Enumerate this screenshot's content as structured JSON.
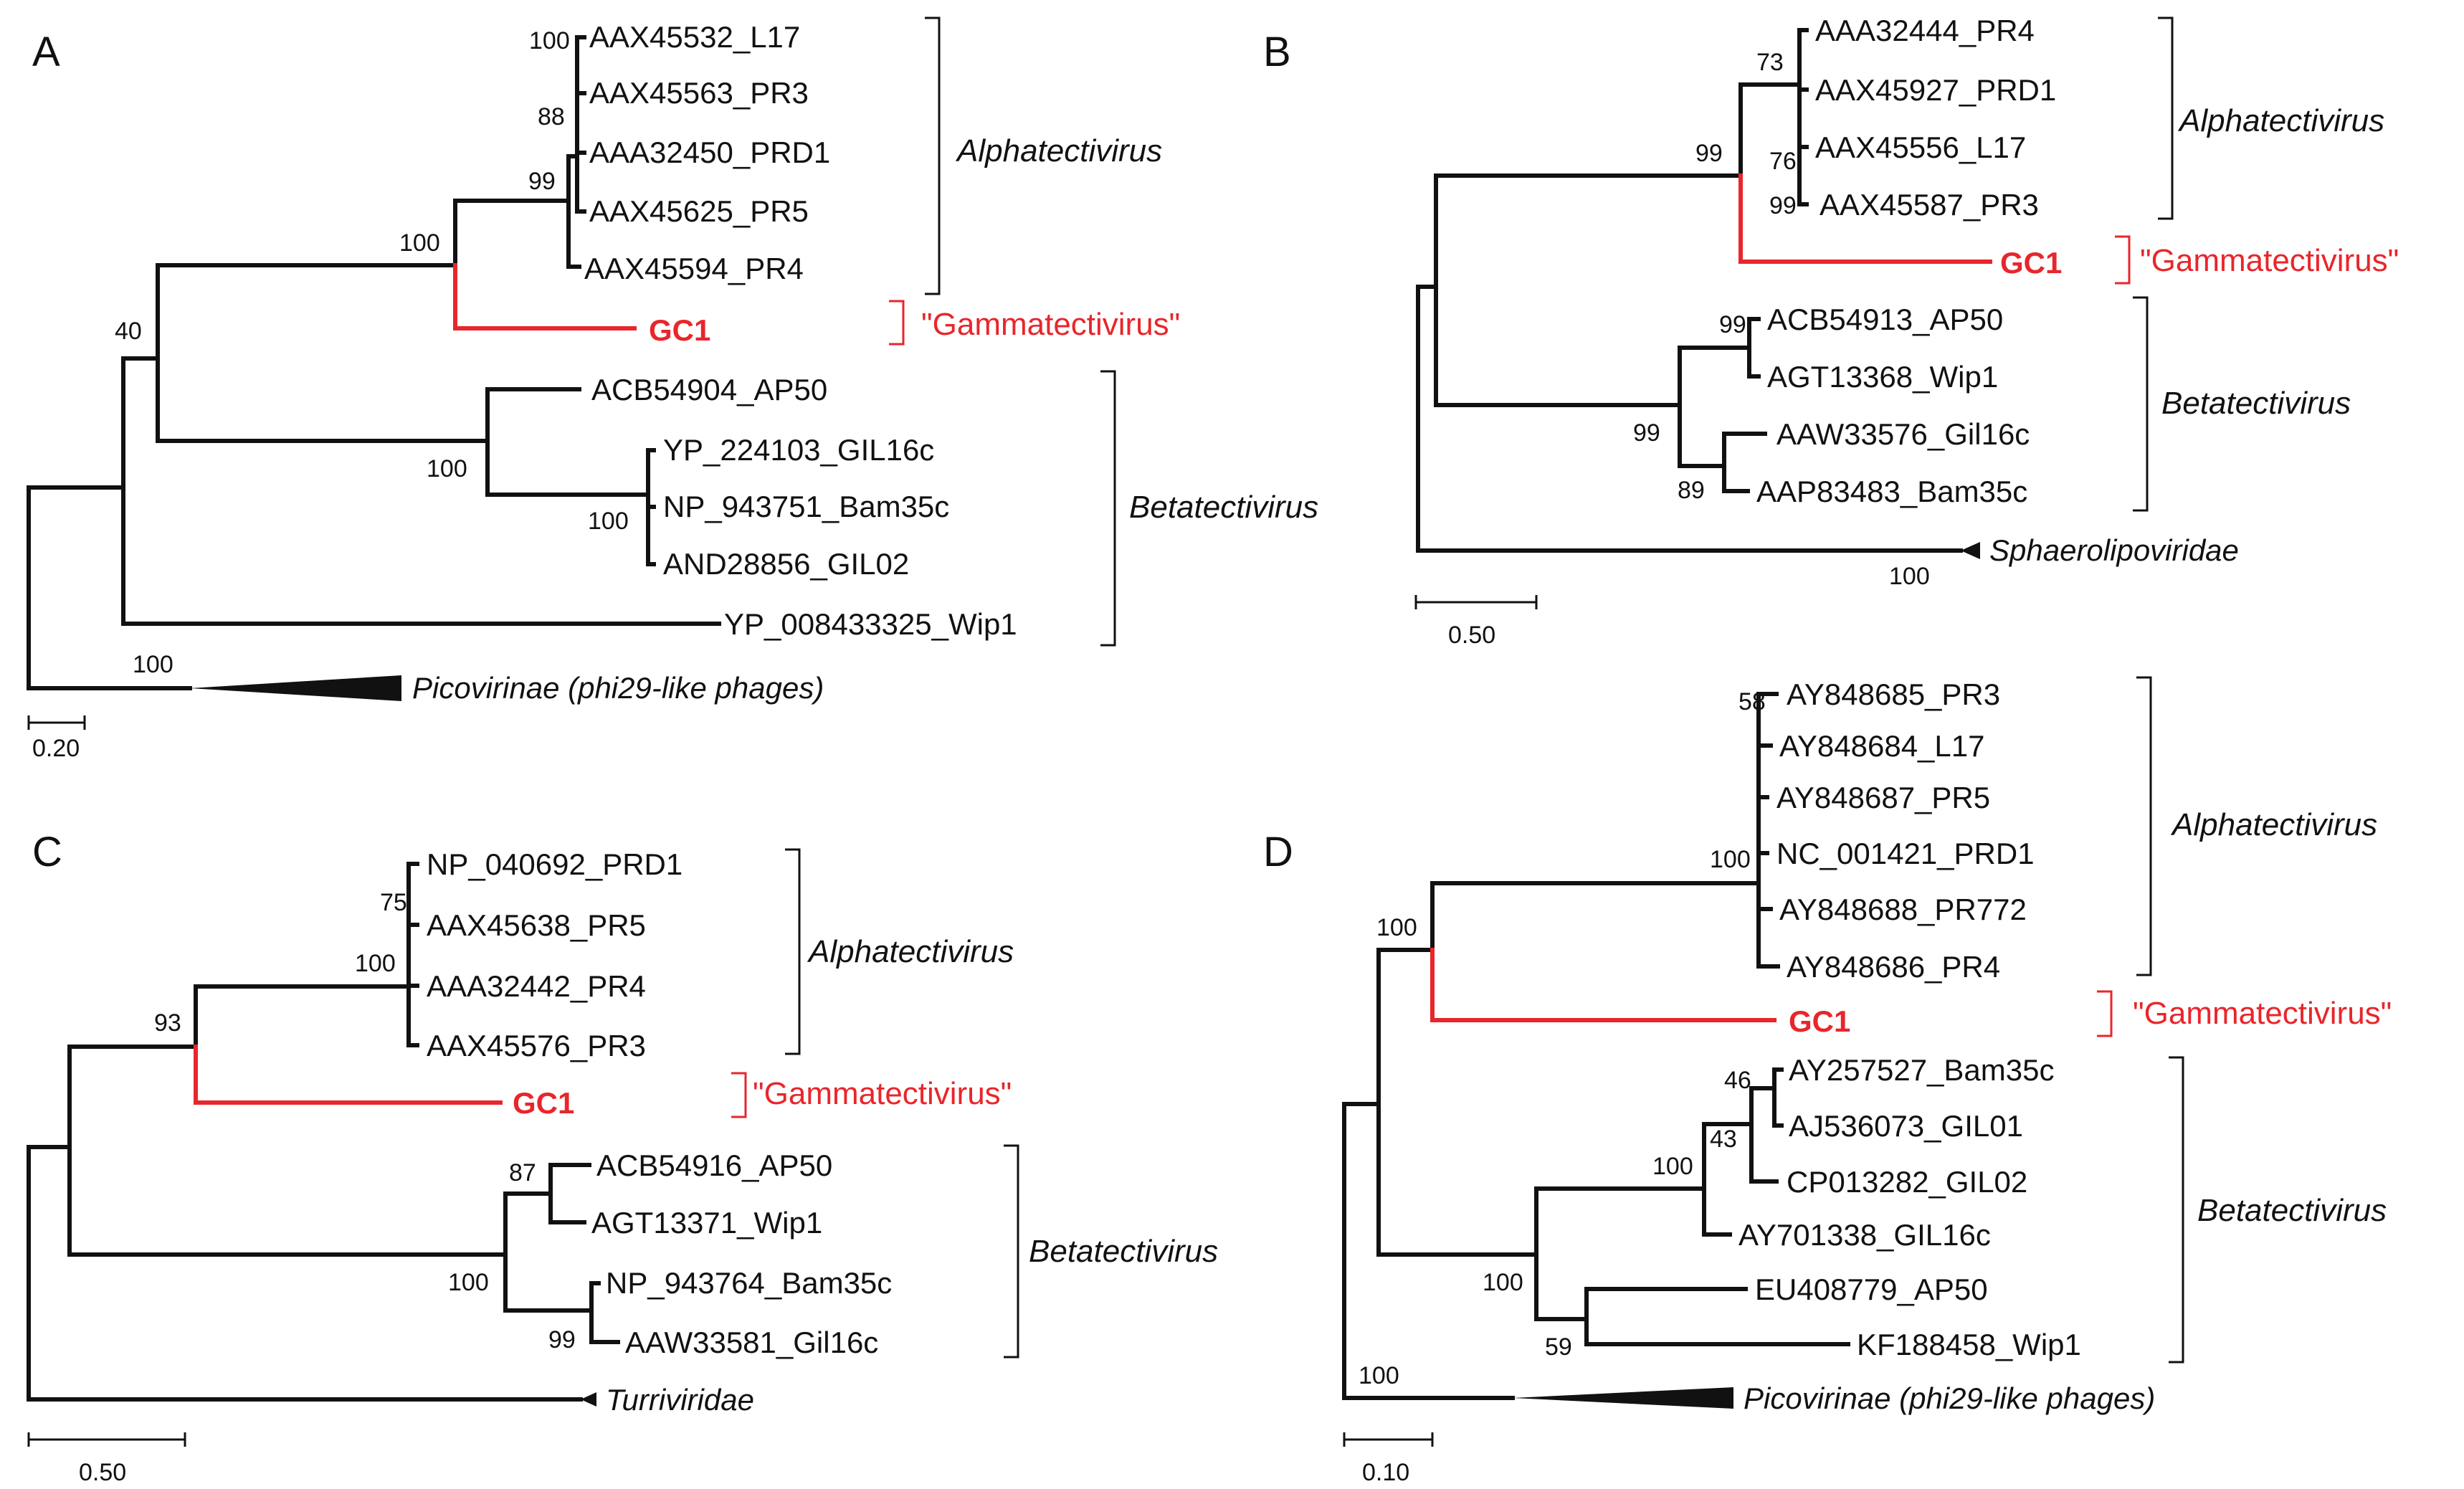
{
  "colors": {
    "tree": "#111111",
    "highlight": "#e8262b"
  },
  "panels": {
    "A": {
      "letter": "A",
      "leaves": [
        "AAX45532_L17",
        "AAX45563_PR3",
        "AAA32450_PRD1",
        "AAX45625_PR5",
        "AAX45594_PR4",
        "GC1",
        "ACB54904_AP50",
        "YP_224103_GIL16c",
        "NP_943751_Bam35c",
        "AND28856_GIL02",
        "YP_008433325_Wip1",
        "Picovirinae (phi29-like phages)"
      ],
      "bootstrap": [
        "100",
        "88",
        "99",
        "100",
        "40",
        "100",
        "100",
        "100"
      ],
      "clades": [
        "Alphatectivirus",
        "\"Gammatectivirus\"",
        "Betatectivirus"
      ],
      "scale": "0.20"
    },
    "B": {
      "letter": "B",
      "leaves": [
        "AAA32444_PR4",
        "AAX45927_PRD1",
        "AAX45556_L17",
        "AAX45587_PR3",
        "GC1",
        "ACB54913_AP50",
        "AGT13368_Wip1",
        "AAW33576_Gil16c",
        "AAP83483_Bam35c",
        "Sphaerolipoviridae"
      ],
      "bootstrap": [
        "73",
        "76",
        "99",
        "99",
        "99",
        "99",
        "89",
        "100"
      ],
      "clades": [
        "Alphatectivirus",
        "\"Gammatectivirus\"",
        "Betatectivirus"
      ],
      "scale": "0.50"
    },
    "C": {
      "letter": "C",
      "leaves": [
        "NP_040692_PRD1",
        "AAX45638_PR5",
        "AAA32442_PR4",
        "AAX45576_PR3",
        "GC1",
        "ACB54916_AP50",
        "AGT13371_Wip1",
        "NP_943764_Bam35c",
        "AAW33581_Gil16c",
        "Turriviridae"
      ],
      "bootstrap": [
        "75",
        "100",
        "93",
        "87",
        "100",
        "99"
      ],
      "clades": [
        "Alphatectivirus",
        "\"Gammatectivirus\"",
        "Betatectivirus"
      ],
      "scale": "0.50"
    },
    "D": {
      "letter": "D",
      "leaves": [
        "AY848685_PR3",
        "AY848684_L17",
        "AY848687_PR5",
        "NC_001421_PRD1",
        "AY848688_PR772",
        "AY848686_PR4",
        "GC1",
        "AY257527_Bam35c",
        "AJ536073_GIL01",
        "CP013282_GIL02",
        "AY701338_GIL16c",
        "EU408779_AP50",
        "KF188458_Wip1",
        "Picovirinae (phi29-like phages)"
      ],
      "bootstrap": [
        "58",
        "100",
        "100",
        "46",
        "43",
        "100",
        "100",
        "59",
        "100"
      ],
      "clades": [
        "Alphatectivirus",
        "\"Gammatectivirus\"",
        "Betatectivirus"
      ],
      "scale": "0.10"
    }
  }
}
